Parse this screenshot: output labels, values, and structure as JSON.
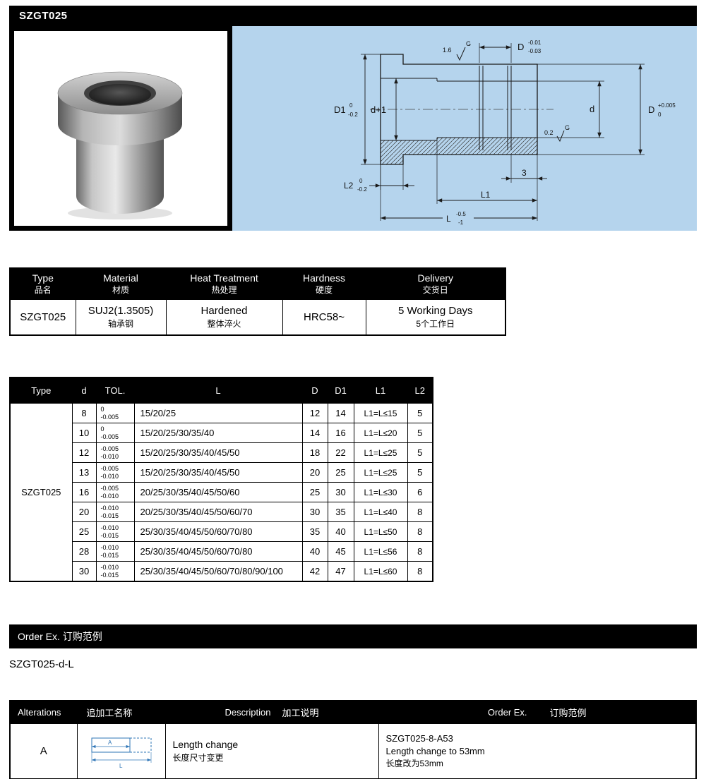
{
  "title": "SZGT025",
  "drawing": {
    "d1_label": "D1",
    "d1_tol_top": "0",
    "d1_tol_bot": "-0.2",
    "d_plus1_label": "d+1",
    "d_label": "d",
    "dstar_label": "D",
    "dstar_tol_top": "+0.005",
    "dstar_tol_bot": "0",
    "dtop_label": "D",
    "dtop_tol_top": "-0.01",
    "dtop_tol_bot": "-0.03",
    "finish_top_value": "1.6",
    "finish_top_grade": "G",
    "finish_inner_value": "0.2",
    "finish_inner_grade": "G",
    "l2_label": "L2",
    "l2_tol_top": "0",
    "l2_tol_bot": "-0.2",
    "dim3_label": "3",
    "l1_label": "L1",
    "l_label": "L",
    "l_tol_top": "-0.5",
    "l_tol_bot": "-1"
  },
  "spec_table": {
    "headers": [
      {
        "en": "Type",
        "zh": "品名"
      },
      {
        "en": "Material",
        "zh": "材质"
      },
      {
        "en": "Heat Treatment",
        "zh": "热处理"
      },
      {
        "en": "Hardness",
        "zh": "硬度"
      },
      {
        "en": "Delivery",
        "zh": "交货日"
      }
    ],
    "row": [
      {
        "en": "SZGT025"
      },
      {
        "en": "SUJ2(1.3505)",
        "zh": "轴承钢"
      },
      {
        "en": "Hardened",
        "zh": "整体淬火"
      },
      {
        "en": "HRC58~"
      },
      {
        "en": "5 Working Days",
        "zh": "5个工作日"
      }
    ]
  },
  "dim_table": {
    "headers": [
      "Type",
      "d",
      "TOL.",
      "L",
      "D",
      "D1",
      "L1",
      "L2"
    ],
    "type_label": "SZGT025",
    "rows": [
      {
        "d": "8",
        "tol_top": "0",
        "tol_bot": "-0.005",
        "L": "15/20/25",
        "D": "12",
        "D1": "14",
        "L1": "L1=L≤15",
        "L2": "5"
      },
      {
        "d": "10",
        "tol_top": "0",
        "tol_bot": "-0.005",
        "L": "15/20/25/30/35/40",
        "D": "14",
        "D1": "16",
        "L1": "L1=L≤20",
        "L2": "5"
      },
      {
        "d": "12",
        "tol_top": "-0.005",
        "tol_bot": "-0.010",
        "L": "15/20/25/30/35/40/45/50",
        "D": "18",
        "D1": "22",
        "L1": "L1=L≤25",
        "L2": "5"
      },
      {
        "d": "13",
        "tol_top": "-0.005",
        "tol_bot": "-0.010",
        "L": "15/20/25/30/35/40/45/50",
        "D": "20",
        "D1": "25",
        "L1": "L1=L≤25",
        "L2": "5"
      },
      {
        "d": "16",
        "tol_top": "-0.005",
        "tol_bot": "-0.010",
        "L": "20/25/30/35/40/45/50/60",
        "D": "25",
        "D1": "30",
        "L1": "L1=L≤30",
        "L2": "6"
      },
      {
        "d": "20",
        "tol_top": "-0.010",
        "tol_bot": "-0.015",
        "L": "20/25/30/35/40/45/50/60/70",
        "D": "30",
        "D1": "35",
        "L1": "L1=L≤40",
        "L2": "8"
      },
      {
        "d": "25",
        "tol_top": "-0.010",
        "tol_bot": "-0.015",
        "L": "25/30/35/40/45/50/60/70/80",
        "D": "35",
        "D1": "40",
        "L1": "L1=L≤50",
        "L2": "8"
      },
      {
        "d": "28",
        "tol_top": "-0.010",
        "tol_bot": "-0.015",
        "L": "25/30/35/40/45/50/60/70/80",
        "D": "40",
        "D1": "45",
        "L1": "L1=L≤56",
        "L2": "8"
      },
      {
        "d": "30",
        "tol_top": "-0.010",
        "tol_bot": "-0.015",
        "L": "25/30/35/40/45/50/60/70/80/90/100",
        "D": "42",
        "D1": "47",
        "L1": "L1=L≤60",
        "L2": "8"
      }
    ]
  },
  "order_section": {
    "bar_label": "Order Ex.  订购范例",
    "example": "SZGT025-d-L"
  },
  "alterations": {
    "header": {
      "left_en": "Alterations",
      "left_zh": "追加工名称",
      "mid_en": "Description",
      "mid_zh": "加工说明",
      "right_en": "Order Ex.",
      "right_zh": "订购范例"
    },
    "row": {
      "letter": "A",
      "diagram_a": "A",
      "diagram_l": "L",
      "desc_en": "Length change",
      "desc_zh": "长度尺寸变更",
      "order_code": "SZGT025-8-A53",
      "order_line2": "Length change to 53mm",
      "order_line3": "长度改为53mm"
    }
  }
}
